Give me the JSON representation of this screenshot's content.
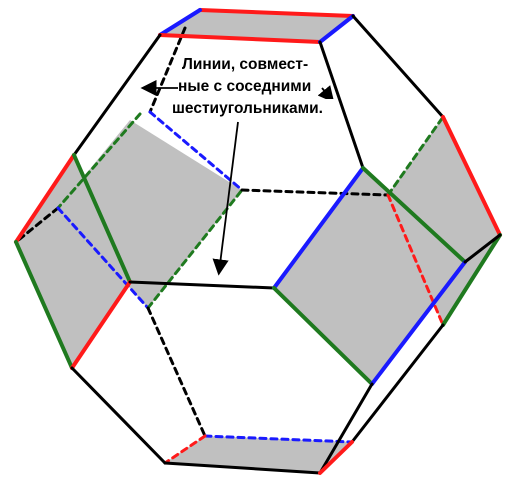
{
  "annotation": {
    "lines": [
      "Линии, совмест-",
      "ные с соседними",
      "шестиугольниками."
    ]
  },
  "colors": {
    "outline": "#000000",
    "red": "#ff1a1a",
    "blue": "#1a1aff",
    "green": "#1f7a1f",
    "square_fill": "#c0c0c0",
    "background": "#ffffff"
  }
}
